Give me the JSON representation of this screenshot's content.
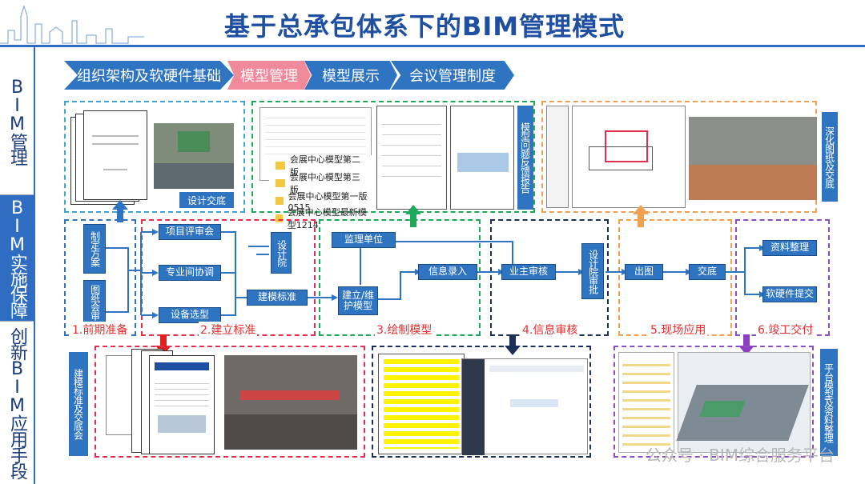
{
  "title": "基于总承包体系下的BIM管理模式",
  "sidebar": [
    {
      "label": "BIM管理",
      "active": false
    },
    {
      "label": "BIM实施保障",
      "active": true
    },
    {
      "label": "创新BIM应用手段",
      "active": false
    }
  ],
  "steps": [
    "组织架构及软硬件基础",
    "模型管理",
    "模型展示",
    "会议管理制度"
  ],
  "top_panels": {
    "design_review": "设计交底",
    "model_files": [
      "会展中心模型第二版",
      "会展中心模型第三版",
      "会展中心模型第一版0515",
      "会展中心模型最新模型1214"
    ],
    "feedback_label": "模型问题反馈报告",
    "deepen_label": "深化图纸及交底"
  },
  "nodes": {
    "plan": "制定方案",
    "drawing_review": "图纸会审",
    "project_review": "项目评审会",
    "coordination": "专业间协调",
    "equipment": "设备选型",
    "design_institute": "设计院",
    "modeling_standard": "建模标准",
    "supervisor": "监理单位",
    "build_model": "建立/维护模型",
    "info_entry": "信息录入",
    "owner_review": "业主审核",
    "design_approve": "设计院审批",
    "output_drawing": "出图",
    "handover": "交底",
    "data_org": "资料整理",
    "hw_submit": "软硬件提交"
  },
  "stages": [
    "1.前期准备",
    "2.建立标准",
    "3.绘制模型",
    "4.信息审核",
    "5.现场应用",
    "6.竣工交付"
  ],
  "bottom_panels": {
    "standard_label": "建模标准及交底会",
    "platform_label": "平台模型及资料整理"
  },
  "watermark": "公众号 · BIM综合服务平台",
  "colors": {
    "primary": "#2f74c0",
    "title": "#1f4fa0",
    "red": "#e03030"
  }
}
